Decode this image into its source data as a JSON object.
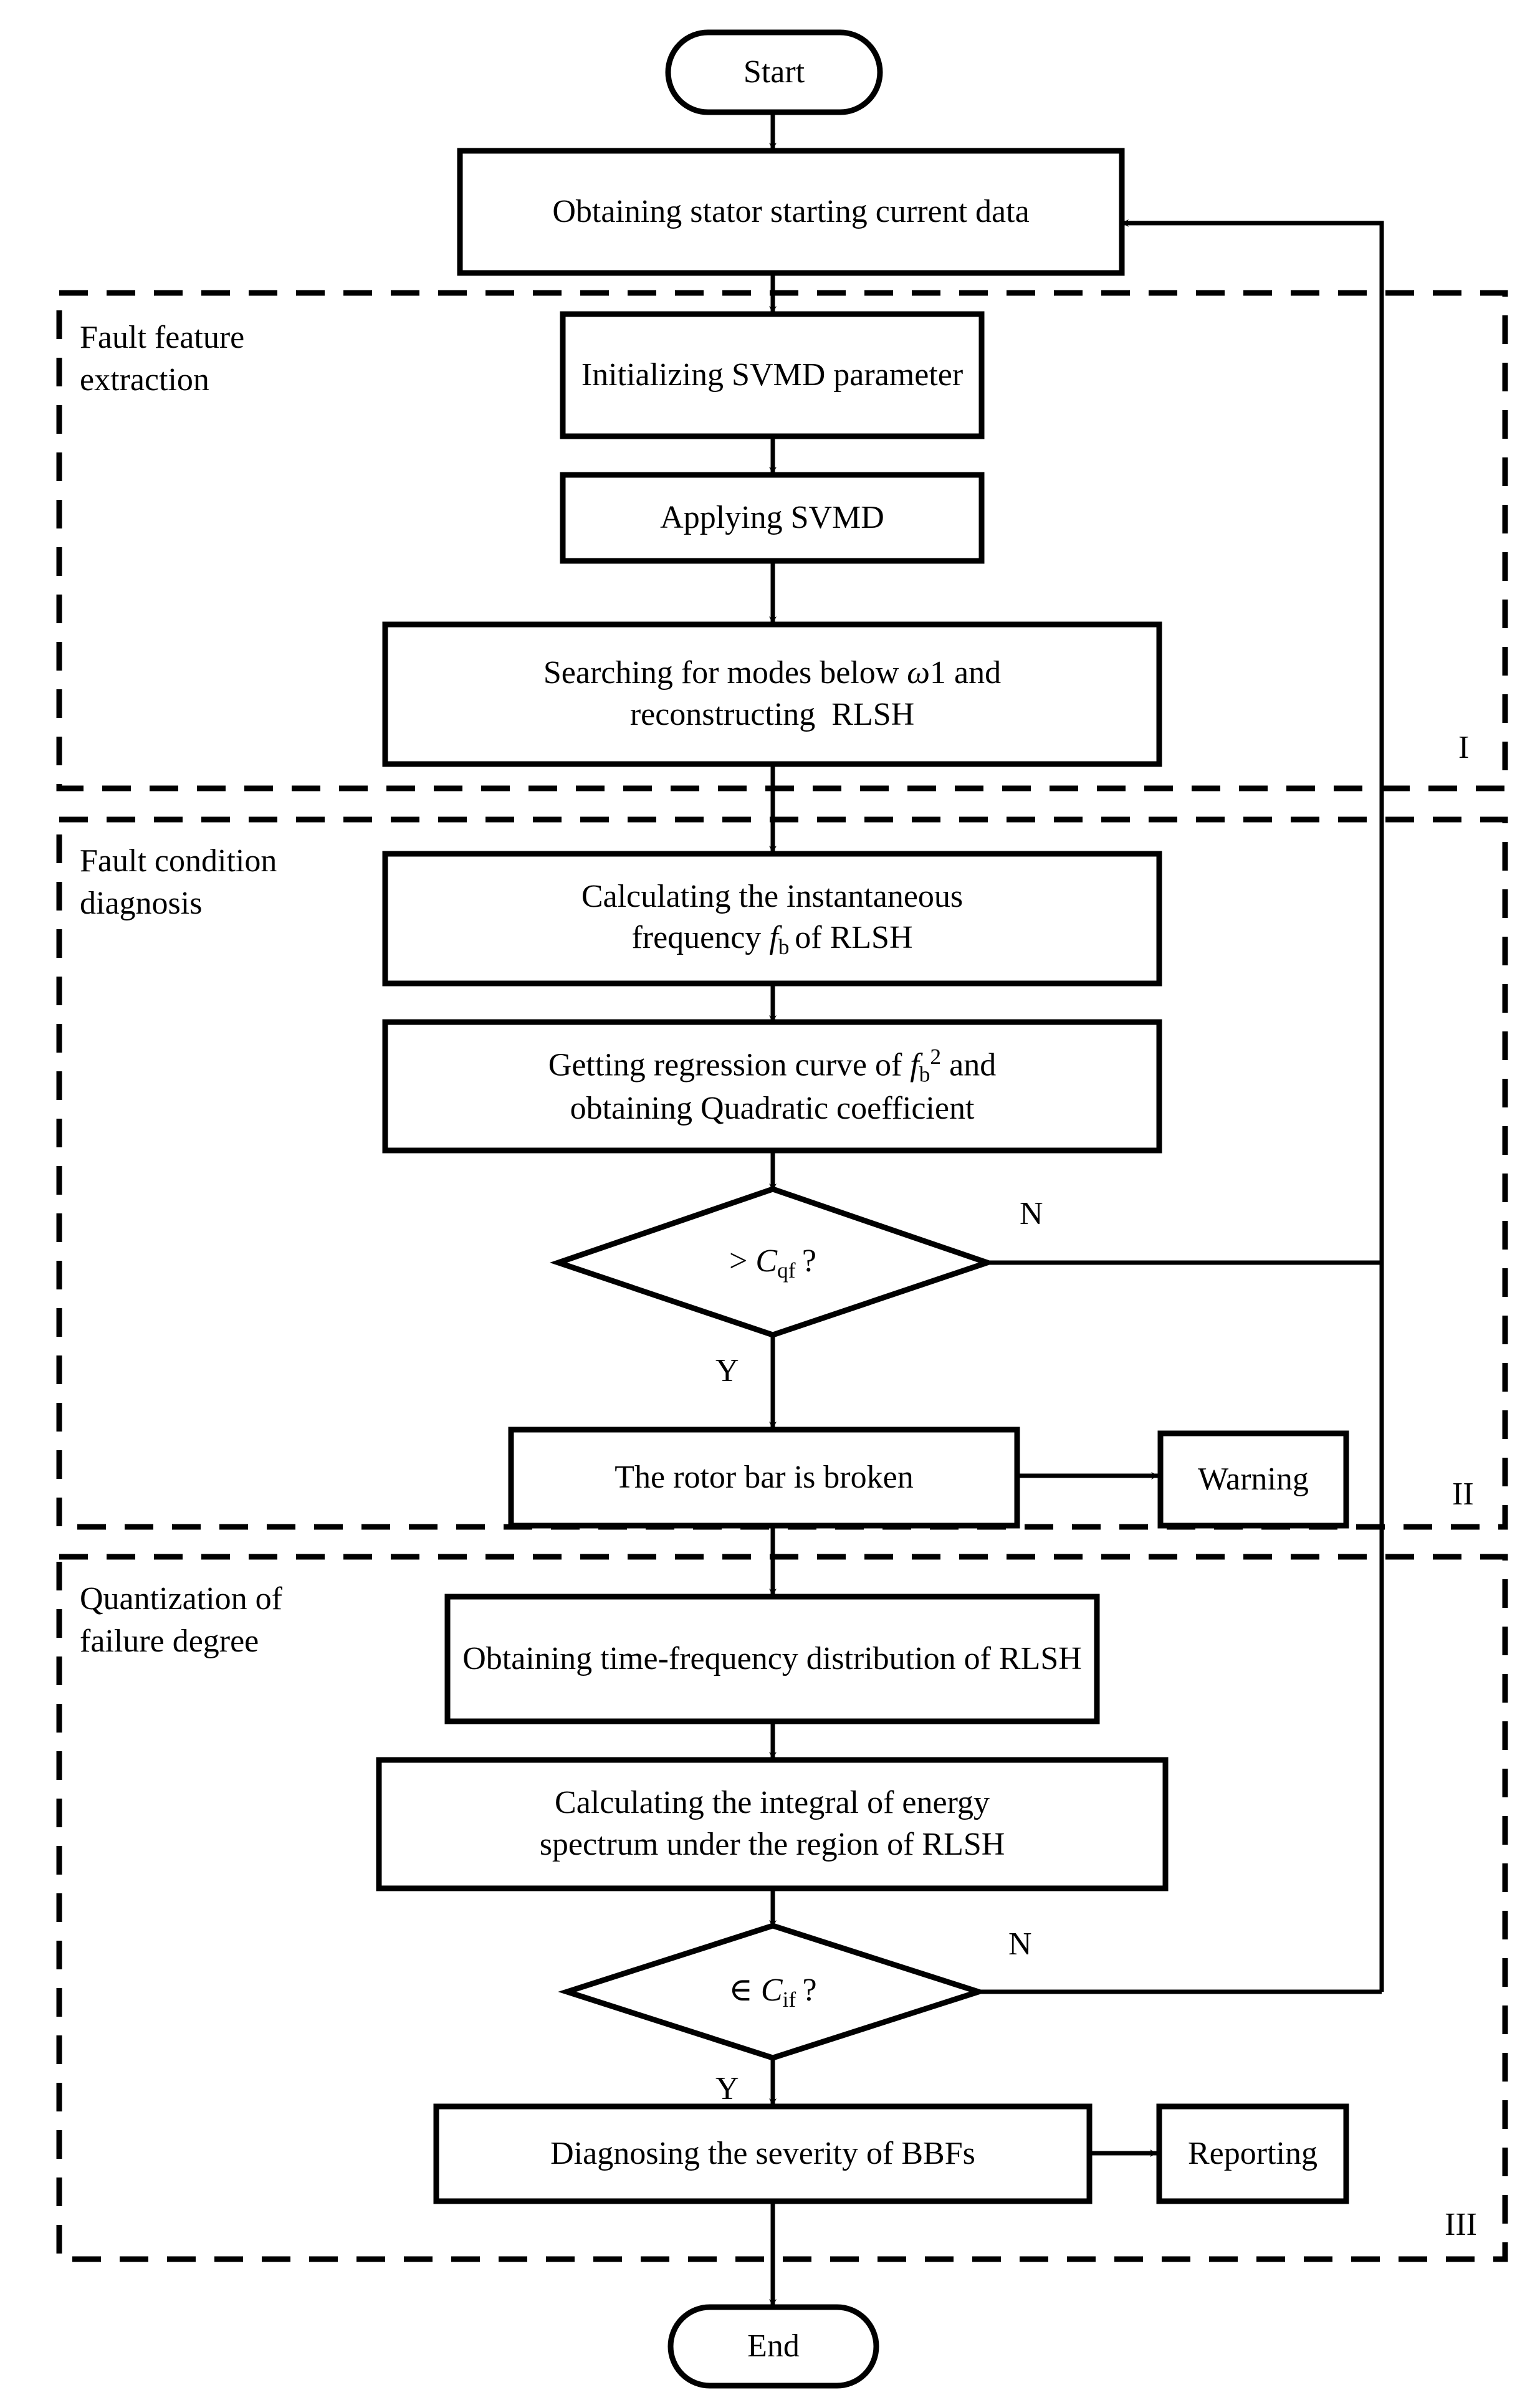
{
  "diagram": {
    "title": "Fault diagnosis flowchart for broken rotor bar detection",
    "stroke_color": "#000000",
    "fill_color": "#ffffff",
    "background": "#ffffff"
  },
  "nodes": {
    "start": {
      "label": "Start",
      "shape": "terminator"
    },
    "acquire": {
      "label": "Obtaining stator starting current data",
      "shape": "process"
    },
    "init_svmd": {
      "label": "Initializing SVMD parameter",
      "shape": "process"
    },
    "apply_svmd": {
      "label": "Applying SVMD",
      "shape": "process"
    },
    "search_modes": {
      "label": "Searching for modes below ω1 and reconstructing  RLSH",
      "shape": "process"
    },
    "calc_if": {
      "label": "Calculating the instantaneous frequency fᵇ of RLSH",
      "shape": "process"
    },
    "regression": {
      "label": "Getting regression curve of fᵇ² and obtaining Quadratic coefficient",
      "shape": "process"
    },
    "decision_cqf": {
      "label": "> Cₒₑ ?",
      "shape": "decision"
    },
    "rotor_broken": {
      "label": "The rotor bar is broken",
      "shape": "process"
    },
    "warning": {
      "label": "Warning",
      "shape": "process"
    },
    "tfd": {
      "label": "Obtaining time-frequency distribution of RLSH",
      "shape": "process"
    },
    "integral": {
      "label": "Calculating the integral of energy spectrum under the region of RLSH",
      "shape": "process"
    },
    "decision_cif": {
      "label": "∈ Cᵢᶠ ?",
      "shape": "decision"
    },
    "diagnose": {
      "label": "Diagnosing the severity of BBFs",
      "shape": "process"
    },
    "reporting": {
      "label": "Reporting",
      "shape": "process"
    },
    "end": {
      "label": "End",
      "shape": "terminator"
    }
  },
  "sections": [
    {
      "id": "I",
      "label": "Fault feature extraction",
      "roman": "I"
    },
    {
      "id": "II",
      "label": "Fault condition diagnosis",
      "roman": "II"
    },
    {
      "id": "III",
      "label": "Quantization of failure degree",
      "roman": "III"
    }
  ],
  "edge_labels": {
    "cqf_no": "N",
    "cqf_yes": "Y",
    "cif_no": "N",
    "cif_yes": "Y"
  }
}
